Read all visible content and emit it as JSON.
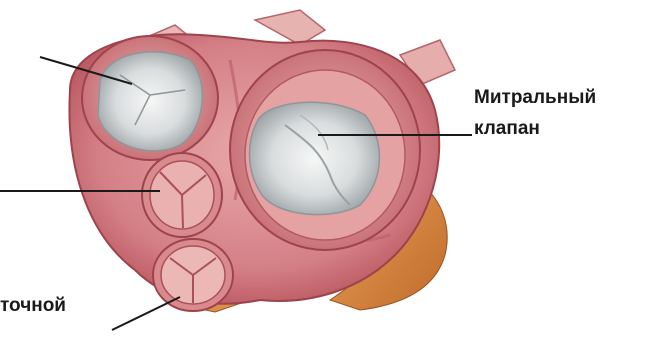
{
  "labels": {
    "mitral_line1": "Митральный",
    "mitral_line2": "клапан",
    "bottom_partial": "точной"
  },
  "colors": {
    "background": "#ffffff",
    "heart_base": "#d98a8e",
    "heart_dark": "#b5545c",
    "valve_light": "#e9ecec",
    "fat": "#d9893c",
    "text": "#1a1a1a"
  }
}
